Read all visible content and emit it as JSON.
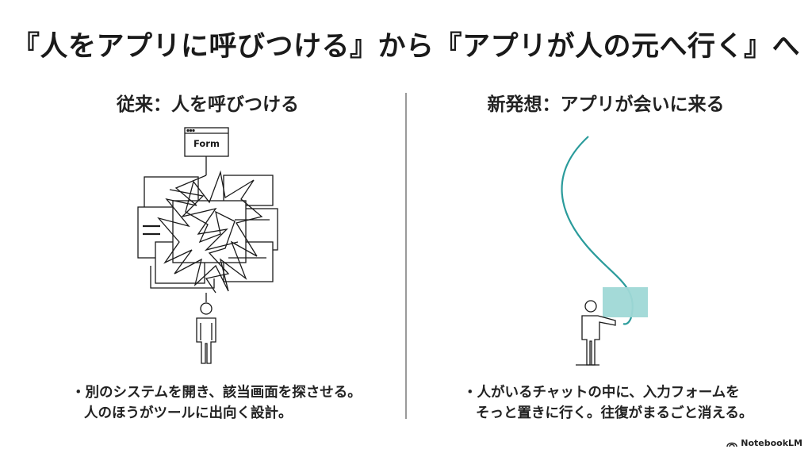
{
  "title": "『人をアプリに呼びつける』から『アプリが人の元へ行く』へ",
  "left": {
    "subtitle": "従来：人を呼びつける",
    "form_label": "Form",
    "bullet_line1": "・別のシステムを開き、該当画面を探させる。",
    "bullet_line2": "人のほうがツールに出向く設計。"
  },
  "right": {
    "subtitle": "新発想：アプリが会いに来る",
    "bullet_line1": "・人がいるチャットの中に、入力フォームを",
    "bullet_line2": "そっと置きに行く。往復がまるごと消える。"
  },
  "footer": {
    "brand": "NotebookLM",
    "brand_icon": "notebooklm-logo-icon"
  },
  "colors": {
    "accent_teal": "#2a9b9b",
    "card_fill": "#9fd8d6",
    "ink": "#1a1a1a"
  }
}
